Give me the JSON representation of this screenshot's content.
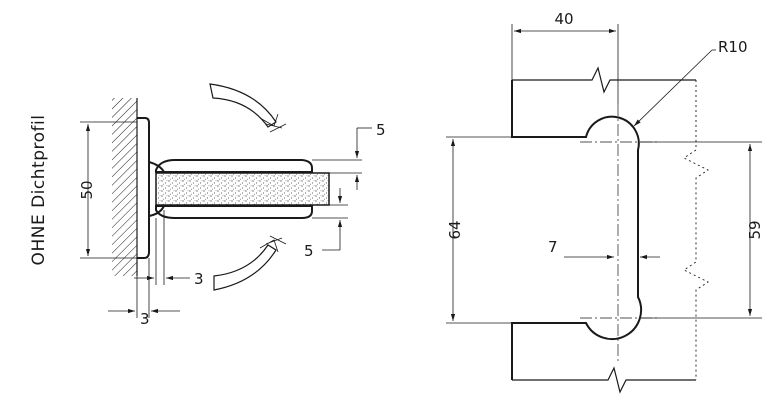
{
  "side_label": "OHNE Dichtprofil",
  "left_view": {
    "dim_height": "50",
    "dim_gap_top": "5",
    "dim_gap_bottom": "5",
    "dim_offset_a": "3",
    "dim_offset_b": "3"
  },
  "right_view": {
    "dim_width": "40",
    "dim_radius": "R10",
    "dim_height_outer": "64",
    "dim_height_inner": "59",
    "dim_slot": "7"
  }
}
